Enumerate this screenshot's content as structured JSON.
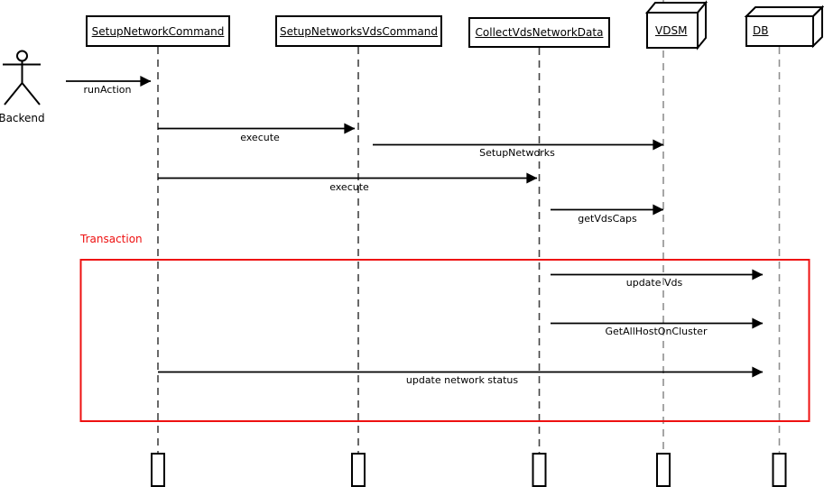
{
  "diagram": {
    "type": "uml-sequence-diagram"
  },
  "actor": {
    "label": "Backend"
  },
  "participants": [
    {
      "id": "setup-network-command",
      "label": "SetupNetworkCommand",
      "shape": "object-box"
    },
    {
      "id": "setup-networks-vds-command",
      "label": "SetupNetworksVdsCommand",
      "shape": "object-box"
    },
    {
      "id": "collect-vds-network-data",
      "label": "CollectVdsNetworkData",
      "shape": "object-box"
    },
    {
      "id": "vdsm",
      "label": "VDSM",
      "shape": "node-3d-box"
    },
    {
      "id": "db",
      "label": "DB",
      "shape": "node-3d-box"
    }
  ],
  "messages": [
    {
      "label": "runAction",
      "from": "Backend",
      "to": "SetupNetworkCommand"
    },
    {
      "label": "execute",
      "from": "SetupNetworkCommand",
      "to": "SetupNetworksVdsCommand"
    },
    {
      "label": "SetupNetworks",
      "from": "SetupNetworksVdsCommand",
      "to": "VDSM"
    },
    {
      "label": "execute",
      "from": "SetupNetworkCommand",
      "to": "CollectVdsNetworkData"
    },
    {
      "label": "getVdsCaps",
      "from": "CollectVdsNetworkData",
      "to": "VDSM"
    },
    {
      "label": "update Vds",
      "from": "CollectVdsNetworkData",
      "to": "DB"
    },
    {
      "label": "GetAllHostOnCluster",
      "from": "CollectVdsNetworkData",
      "to": "DB"
    },
    {
      "label": "update network status",
      "from": "SetupNetworkCommand",
      "to": "DB"
    }
  ],
  "fragment": {
    "label": "Transaction",
    "color": "#ee1111"
  },
  "colors": {
    "message_line": "#000000",
    "lifeline_primary": "#444444",
    "lifeline_secondary": "#909090",
    "fragment_red": "#ee1111",
    "shape_fill": "#ffffff",
    "shape_stroke": "#000000"
  }
}
